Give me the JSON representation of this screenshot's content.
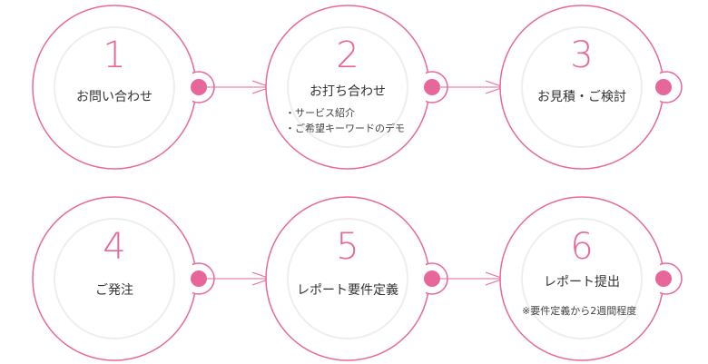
{
  "colors": {
    "accent": "#e8679a",
    "ring": "#e8679a",
    "inner_ring": "#eeeeee",
    "text": "#333333"
  },
  "steps": [
    {
      "number": "1",
      "title": "お問い合わせ",
      "notes": []
    },
    {
      "number": "2",
      "title": "お打ち合わせ",
      "notes": [
        "・サービス紹介",
        "・ご希望キーワードのデモ"
      ]
    },
    {
      "number": "3",
      "title": "お見積・ご検討",
      "notes": []
    },
    {
      "number": "4",
      "title": "ご発注",
      "notes": []
    },
    {
      "number": "5",
      "title": "レポート要件定義",
      "notes": []
    },
    {
      "number": "6",
      "title": "レポート提出",
      "notes": [
        "※要件定義から2週間程度"
      ]
    }
  ]
}
